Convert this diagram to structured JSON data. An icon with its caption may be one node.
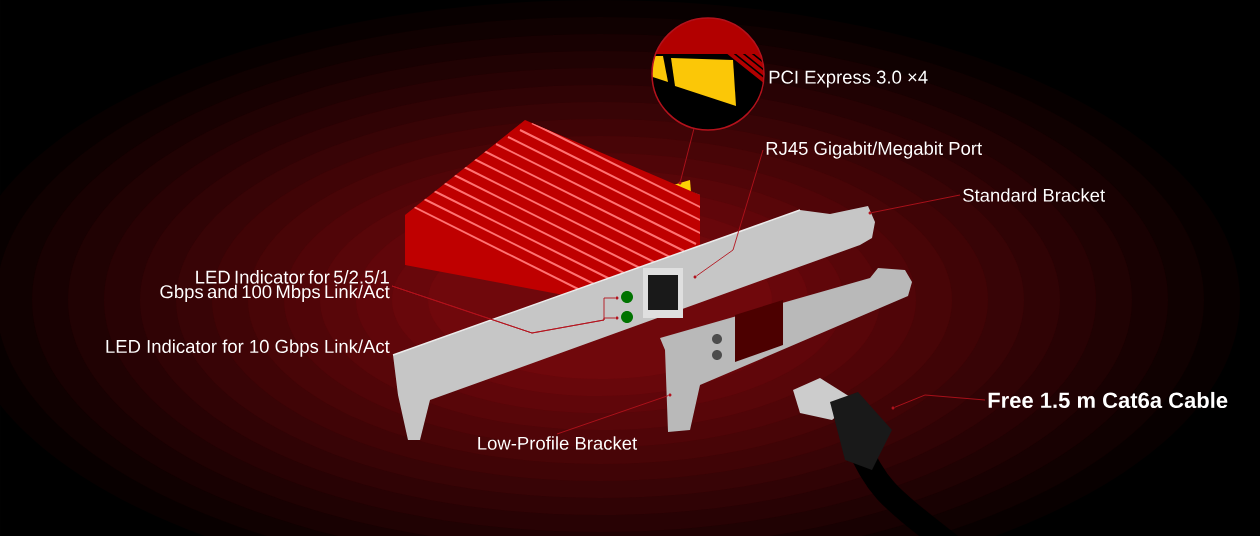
{
  "diagram": {
    "nodes": [
      {
        "text": [],
        "shape": "circle",
        "beside": [
          "PCI Express 3.0 ×4"
        ]
      },
      {
        "text": [],
        "shape": "circle"
      },
      {
        "text": [
          "RJ45 Gigabit/Megabit Port"
        ]
      },
      {
        "text": [],
        "shape": "circle"
      },
      {
        "text": [
          "Standard Bracket"
        ]
      },
      {
        "text": [],
        "shape": "circle"
      },
      {
        "text": [
          "LED Indicator for 5/2.5/1 Gbps and 100 Mbps Link/Act"
        ]
      },
      {
        "text": [],
        "shape": "circle"
      },
      {
        "text": [],
        "shape": "circle"
      },
      {
        "text": [
          "Low-Profile Bracket"
        ]
      },
      {
        "text": [],
        "shape": "circle"
      },
      {
        "text": [
          "Free 1.5 m Cat6a Cable"
        ]
      },
      {
        "text": [],
        "shape": "circle"
      }
    ],
    "edges": [
      {
        "from": 0,
        "to": 1,
        "arrow": "none"
      },
      {
        "from": 2,
        "to": 3,
        "arrow": "none"
      },
      {
        "from": 4,
        "to": 5,
        "arrow": "none"
      },
      {
        "from": 6,
        "to": 7,
        "arrow": "none"
      },
      {
        "from": 6,
        "to": 8,
        "arrow": "none"
      },
      {
        "from": 9,
        "to": 10,
        "arrow": "none"
      },
      {
        "from": 11,
        "to": 12,
        "arrow": "none"
      }
    ],
    "labels": [
      "LED Indicator for 10 Gbps Link/Act"
    ]
  }
}
